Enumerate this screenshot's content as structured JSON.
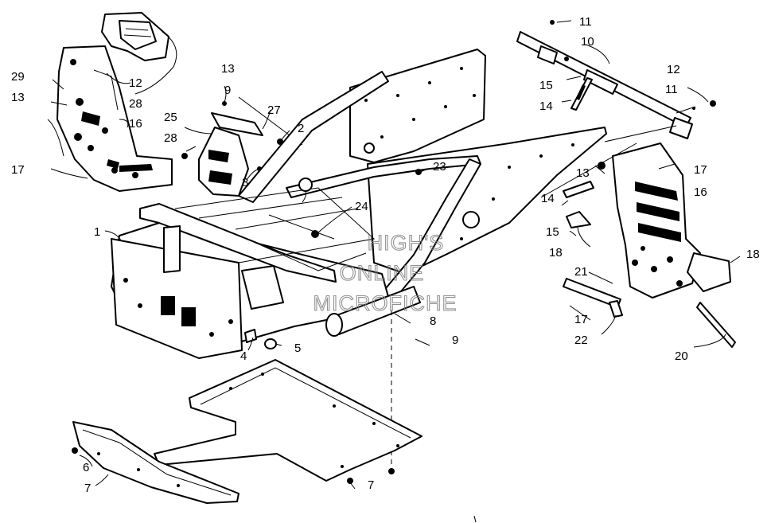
{
  "diagram": {
    "watermark": [
      "HIGH'S",
      "ONLINE",
      "MICROFICHE"
    ],
    "callouts": [
      {
        "id": "c29a",
        "text": "29"
      },
      {
        "id": "c13a",
        "text": "13"
      },
      {
        "id": "c12a",
        "text": "12"
      },
      {
        "id": "c28a",
        "text": "28"
      },
      {
        "id": "c16a",
        "text": "16"
      },
      {
        "id": "c17a",
        "text": "17"
      },
      {
        "id": "c13b",
        "text": "13"
      },
      {
        "id": "c9a",
        "text": "9"
      },
      {
        "id": "c27",
        "text": "27"
      },
      {
        "id": "c2",
        "text": "2"
      },
      {
        "id": "c25",
        "text": "25"
      },
      {
        "id": "c28b",
        "text": "28"
      },
      {
        "id": "c3",
        "text": "3"
      },
      {
        "id": "c23",
        "text": "23"
      },
      {
        "id": "c24",
        "text": "24"
      },
      {
        "id": "c1",
        "text": "1"
      },
      {
        "id": "c4",
        "text": "4"
      },
      {
        "id": "c5",
        "text": "5"
      },
      {
        "id": "c8",
        "text": "8"
      },
      {
        "id": "c9b",
        "text": "9"
      },
      {
        "id": "c6",
        "text": "6"
      },
      {
        "id": "c7a",
        "text": "7"
      },
      {
        "id": "c7b",
        "text": "7"
      },
      {
        "id": "c11a",
        "text": "11"
      },
      {
        "id": "c10",
        "text": "10"
      },
      {
        "id": "c15a",
        "text": "15"
      },
      {
        "id": "c14a",
        "text": "14"
      },
      {
        "id": "c12b",
        "text": "12"
      },
      {
        "id": "c11b",
        "text": "11"
      },
      {
        "id": "c13c",
        "text": "13"
      },
      {
        "id": "c17b",
        "text": "17"
      },
      {
        "id": "c14b",
        "text": "14"
      },
      {
        "id": "c16b",
        "text": "16"
      },
      {
        "id": "c15b",
        "text": "15"
      },
      {
        "id": "c18a",
        "text": "18"
      },
      {
        "id": "c18b",
        "text": "18"
      },
      {
        "id": "c21",
        "text": "21"
      },
      {
        "id": "c17c",
        "text": "17"
      },
      {
        "id": "c22",
        "text": "22"
      },
      {
        "id": "c20",
        "text": "20"
      }
    ]
  }
}
